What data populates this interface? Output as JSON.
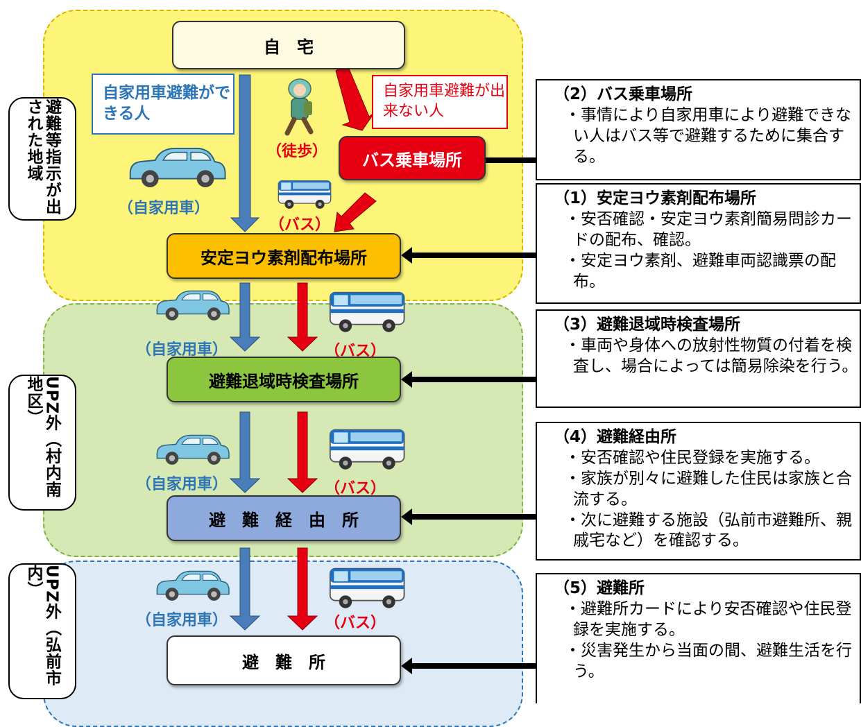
{
  "colors": {
    "zone_pre": "#fdf57a",
    "zone_upz_village": "#d6e8b4",
    "zone_upz_city": "#deebf7",
    "node_home": "#fdfbe2",
    "node_bus_stop": "#e60012",
    "node_distribution": "#fbbf00",
    "node_inspection": "#8cc63e",
    "node_transit": "#8ea9db",
    "node_shelter": "#ffffff",
    "arrow_car": "#4a7ebb",
    "arrow_bus": "#e60012",
    "text_blue": "#2e75b6",
    "text_red": "#e60012"
  },
  "zones": {
    "pre": {
      "label": "避難等指示が出された地域"
    },
    "upz_village": {
      "label": "UPZ外（村内南地区）"
    },
    "upz_city": {
      "label": "UPZ外（弘前市内）"
    }
  },
  "nodes": {
    "home": "自　宅",
    "bus_stop": "バス乗車場所",
    "distribution": "安定ヨウ素剤配布場所",
    "inspection": "避難退域時検査場所",
    "transit": "避　難　経　由　所",
    "shelter": "避　難　所"
  },
  "legend": {
    "can_car": "自家用車避難ができる人",
    "cannot_car": "自家用車避難が出来ない人"
  },
  "modes": {
    "car": "（自家用車）",
    "bus": "（バス）",
    "walk": "（徒歩）"
  },
  "icons": {
    "car": "car-icon",
    "bus": "bus-icon",
    "walker": "walking-person-icon"
  },
  "descriptions": {
    "bus_stop": {
      "title": "（2）バス乗車場所",
      "items": [
        "・事情により自家用車により避難できない人はバス等で避難するために集合する。"
      ]
    },
    "distribution": {
      "title": "（1）安定ヨウ素剤配布場所",
      "items": [
        "・安否確認・安定ヨウ素剤簡易問診カードの配布、確認。",
        "・安定ヨウ素剤、避難車両認識票の配布。"
      ]
    },
    "inspection": {
      "title": "（3）避難退域時検査場所",
      "items": [
        "・車両や身体への放射性物質の付着を検査し、場合によっては簡易除染を行う。"
      ]
    },
    "transit": {
      "title": "（4）避難経由所",
      "items": [
        "・安否確認や住民登録を実施する。",
        "・家族が別々に避難した住民は家族と合流する。",
        "・次に避難する施設（弘前市避難所、親戚宅など）を確認する。"
      ]
    },
    "shelter": {
      "title": "（5）避難所",
      "items": [
        "・避難所カードにより安否確認や住民登録を実施する。",
        "・災害発生から当面の間、避難生活を行う。"
      ]
    }
  }
}
